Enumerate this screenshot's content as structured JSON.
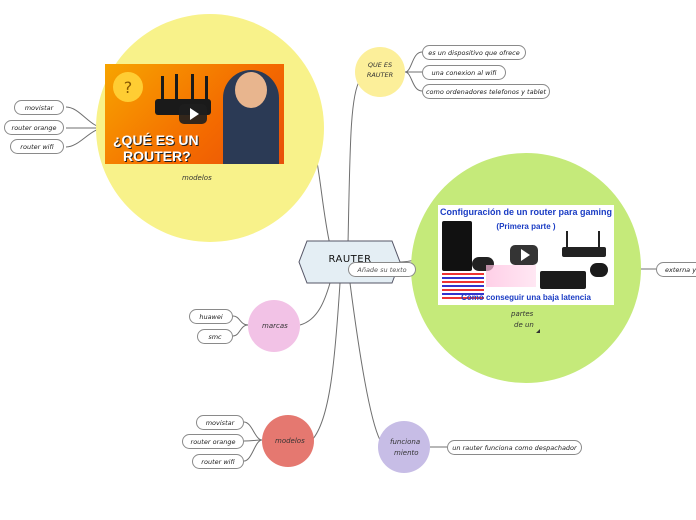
{
  "center": {
    "label": "RAUTER",
    "placeholder": "Añade su texto"
  },
  "nodes": {
    "que_es": {
      "label": "QUE  ES\nRAUTER",
      "items": [
        "es un dispositivo que ofrece",
        "una conexion al wifi",
        "como ordenadores telefonos y tablet"
      ],
      "color": "#fcef9a"
    },
    "modelos_top": {
      "label": "modelos",
      "items": [
        "movistar",
        "router orange",
        "router wifi"
      ],
      "color": "#f8f28a",
      "video": {
        "line1": "¿QUÉ ES UN",
        "line2": "ROUTER?"
      }
    },
    "partes": {
      "label_line1": "partes",
      "label_line2": "de un",
      "items": [
        "externa y"
      ],
      "color": "#c5ea7a",
      "video": {
        "title": "Configuración de un router para gaming",
        "subtitle": "(Primera parte )",
        "footer": "Cómo conseguir una baja latencia"
      }
    },
    "marcas": {
      "label": "marcas",
      "items": [
        "huawei",
        "smc"
      ],
      "color": "#f2c2e6"
    },
    "modelos_bottom": {
      "label": "modelos",
      "items": [
        "movistar",
        "router orange",
        "router wifi"
      ],
      "color": "#e57870"
    },
    "funcionamiento": {
      "label_line1": "funciona",
      "label_line2": "miento",
      "items": [
        "un rauter funciona como despachador"
      ],
      "color": "#c7bde6"
    }
  }
}
